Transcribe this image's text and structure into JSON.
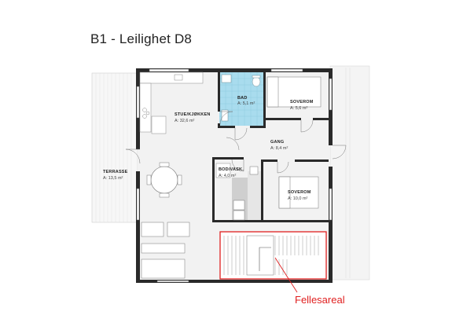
{
  "title": "B1 - Leilighet D8",
  "rooms": [
    {
      "name": "BAD",
      "area": "A: 5,1 m²"
    },
    {
      "name": "SOVEROM",
      "area": "A: 5,6 m²"
    },
    {
      "name": "STUE/KJØKKEN",
      "area": "A: 32,6 m²"
    },
    {
      "name": "GANG",
      "area": "A: 8,4 m²"
    },
    {
      "name": "TERRASSE",
      "area": "A: 13,5 m²"
    },
    {
      "name": "BOD/VASK.",
      "area": "A: 4,0 m²"
    },
    {
      "name": "SOVEROM",
      "area": "A: 10,0 m²"
    }
  ],
  "shared_area_label": "Fellesareal",
  "colors": {
    "bathroom": "#a9dcee",
    "storage": "#cfcfcf",
    "shared_outline": "#e02020",
    "wall": "#2a2a2a",
    "floor": "#f2f2f2"
  }
}
